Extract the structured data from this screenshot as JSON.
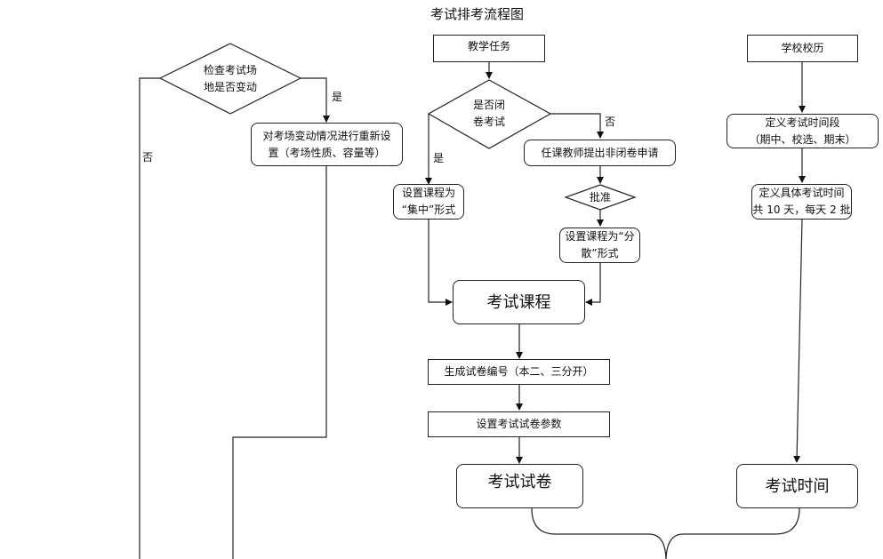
{
  "title": "考试排考流程图",
  "nodes": {
    "check_venue": "检查考试场\n地是否变动",
    "reset_venue": "对考场变动情况进行重新设\n置（考场性质、容量等）",
    "teaching_task": "教学任务",
    "closed_book": "是否闭\n卷考试",
    "set_concentrated": "设置课程为\n“集中”形式",
    "teacher_apply": "任课教师提出非闭卷申请",
    "approve": "批准",
    "set_dispersed": "设置课程为“分\n散”形式",
    "exam_course": "考试课程",
    "gen_paper_no": "生成试卷编号（本二、三分开）",
    "set_paper_params": "设置考试试卷参数",
    "exam_paper": "考试试卷",
    "school_calendar": "学校校历",
    "define_period": "定义考试时间段\n（期中、校选、期末）",
    "define_time": "定义具体考试时间\n共 10 天，每天 2 批",
    "exam_time": "考试时间"
  },
  "labels": {
    "venue_yes": "是",
    "venue_no": "否",
    "closed_yes": "是",
    "closed_no": "否"
  }
}
